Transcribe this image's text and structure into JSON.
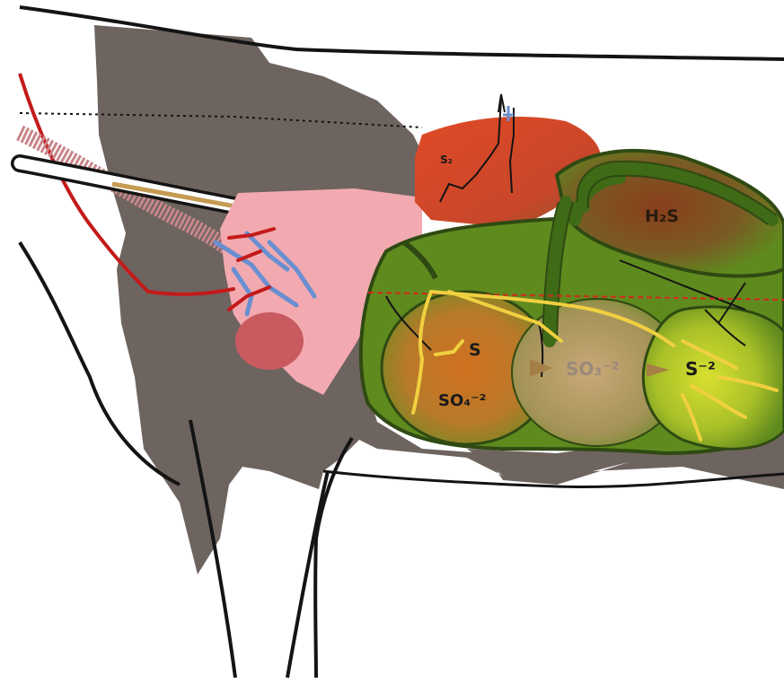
{
  "labels": {
    "h2s": "H₂S",
    "sulfur": "S",
    "sulfate": "SO₄⁻²",
    "sulfite": "SO₃⁻²",
    "sulfide": "S⁻²",
    "blood_symbol": "S₂"
  },
  "colors": {
    "background": "#ffffff",
    "body_patch": "#6e645f",
    "outline": "#141414",
    "liver_red": "#d9482a",
    "lung_pink": "#f2aab0",
    "rumen_green": "#5f8a1e",
    "rumen_dark_outline": "#2f4a12",
    "artery_red": "#c41a1a",
    "vein_blue": "#6a8fd0",
    "flow_yellow": "#f0d040",
    "h2s_brown": "#8a4a22"
  }
}
